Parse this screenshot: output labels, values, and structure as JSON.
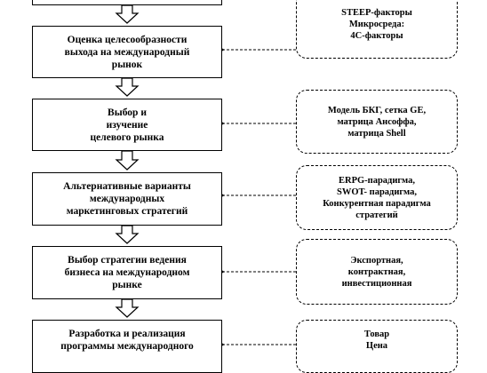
{
  "left_boxes": [
    {
      "text": ""
    },
    {
      "text": "Оценка целесообразности\nвыхода на международный\nрынок"
    },
    {
      "text": "Выбор и\nизучение\nцелевого рынка"
    },
    {
      "text": "Альтернативные  варианты\nмеждународных\nмаркетинговых стратегий"
    },
    {
      "text": "Выбор стратегии ведения\nбизнеса на международном\nрынке"
    },
    {
      "text": "Разработка и реализация\nпрограммы международного"
    }
  ],
  "right_boxes": [
    {
      "text": "STEEP-факторы\nМикросреда:\n4С-факторы"
    },
    {
      "text": "Модель БКГ, сетка GE,\nматрица Ансоффа,\nматрица Shell"
    },
    {
      "text": "ERPG-парадигма,\nSWOT- парадигма,\nКонкурентная парадигма\nстратегий"
    },
    {
      "text": "Экспортная,\nконтрактная,\nинвестиционная"
    },
    {
      "text": "Товар\nЦена"
    }
  ]
}
